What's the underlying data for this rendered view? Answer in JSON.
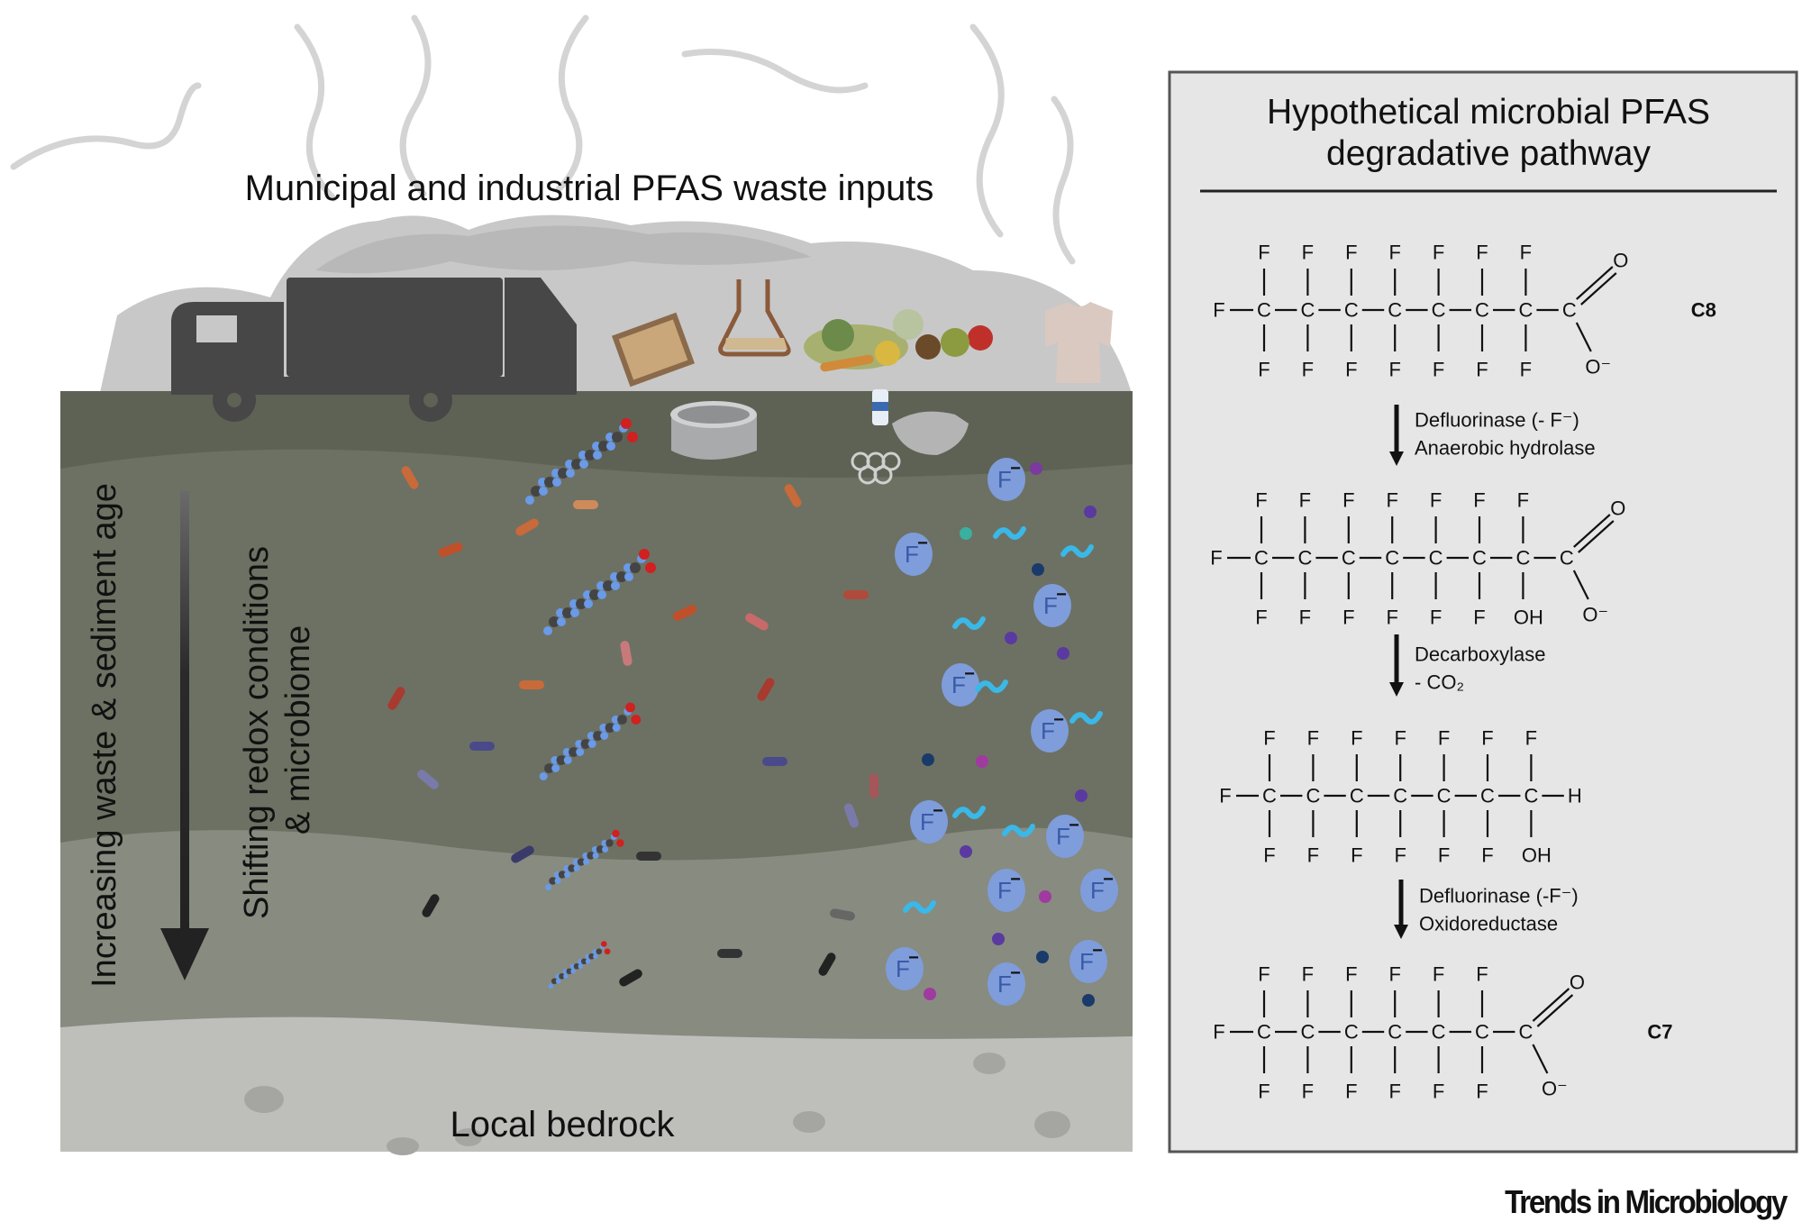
{
  "scene": {
    "inputs_label": "Municipal and industrial PFAS waste inputs",
    "bedrock_label": "Local bedrock",
    "age_axis_label": "Increasing waste & sediment age",
    "redox_label_line1": "Shifting redox conditions",
    "redox_label_line2": "& microbiome",
    "fluoride_ion_label": "F",
    "fluoride_ion_charge": "−",
    "colors": {
      "ground_top": "#5e6255",
      "ground_mid": "#6d7163",
      "ground_low": "#878b80",
      "bedrock": "#bebfbb",
      "waste_pile": "#c8c8c8",
      "truck": "#474747",
      "fluoride_ion": "#7f9ddb"
    },
    "icons": [
      "garbage-truck-icon",
      "microchip-icon",
      "flask-icon",
      "food-waste-icon",
      "tshirt-icon",
      "cooking-pot-icon",
      "plastic-bottle-icon",
      "face-mask-icon",
      "bacteria-icon",
      "pfas-molecule-icon",
      "fluoride-ion-icon"
    ]
  },
  "pathway": {
    "title_line1": "Hypothetical microbial PFAS",
    "title_line2": "degradative pathway",
    "molecules": [
      {
        "label": "C8",
        "left": "F",
        "chain": [
          "C",
          "C",
          "C",
          "C",
          "C",
          "C",
          "C",
          "C"
        ],
        "top": [
          "F",
          "F",
          "F",
          "F",
          "F",
          "F",
          "F"
        ],
        "bottom": [
          "F",
          "F",
          "F",
          "F",
          "F",
          "F",
          "F"
        ],
        "end": "carboxylate",
        "double_o": "O",
        "single_o": "O⁻"
      },
      {
        "label": "",
        "left": "F",
        "chain": [
          "C",
          "C",
          "C",
          "C",
          "C",
          "C",
          "C",
          "C"
        ],
        "top": [
          "F",
          "F",
          "F",
          "F",
          "F",
          "F",
          "F"
        ],
        "bottom": [
          "F",
          "F",
          "F",
          "F",
          "F",
          "F",
          "OH"
        ],
        "end": "carboxylate",
        "double_o": "O",
        "single_o": "O⁻"
      },
      {
        "label": "",
        "left": "F",
        "chain": [
          "C",
          "C",
          "C",
          "C",
          "C",
          "C",
          "C"
        ],
        "top": [
          "F",
          "F",
          "F",
          "F",
          "F",
          "F",
          "F"
        ],
        "bottom": [
          "F",
          "F",
          "F",
          "F",
          "F",
          "F",
          "OH"
        ],
        "end": "hydrogen",
        "terminal": "H"
      },
      {
        "label": "C7",
        "left": "F",
        "chain": [
          "C",
          "C",
          "C",
          "C",
          "C",
          "C",
          "C"
        ],
        "top": [
          "F",
          "F",
          "F",
          "F",
          "F",
          "F"
        ],
        "bottom": [
          "F",
          "F",
          "F",
          "F",
          "F",
          "F"
        ],
        "end": "carboxylate",
        "double_o": "O",
        "single_o": "O⁻"
      }
    ],
    "steps": [
      {
        "line1": "Defluorinase (- F⁻)",
        "line2": "Anaerobic hydrolase"
      },
      {
        "line1": "Decarboxylase",
        "line2": "- CO₂"
      },
      {
        "line1": "Defluorinase (-F⁻)",
        "line2": "Oxidoreductase"
      }
    ]
  },
  "footer": {
    "journal": "Trends in Microbiology"
  }
}
